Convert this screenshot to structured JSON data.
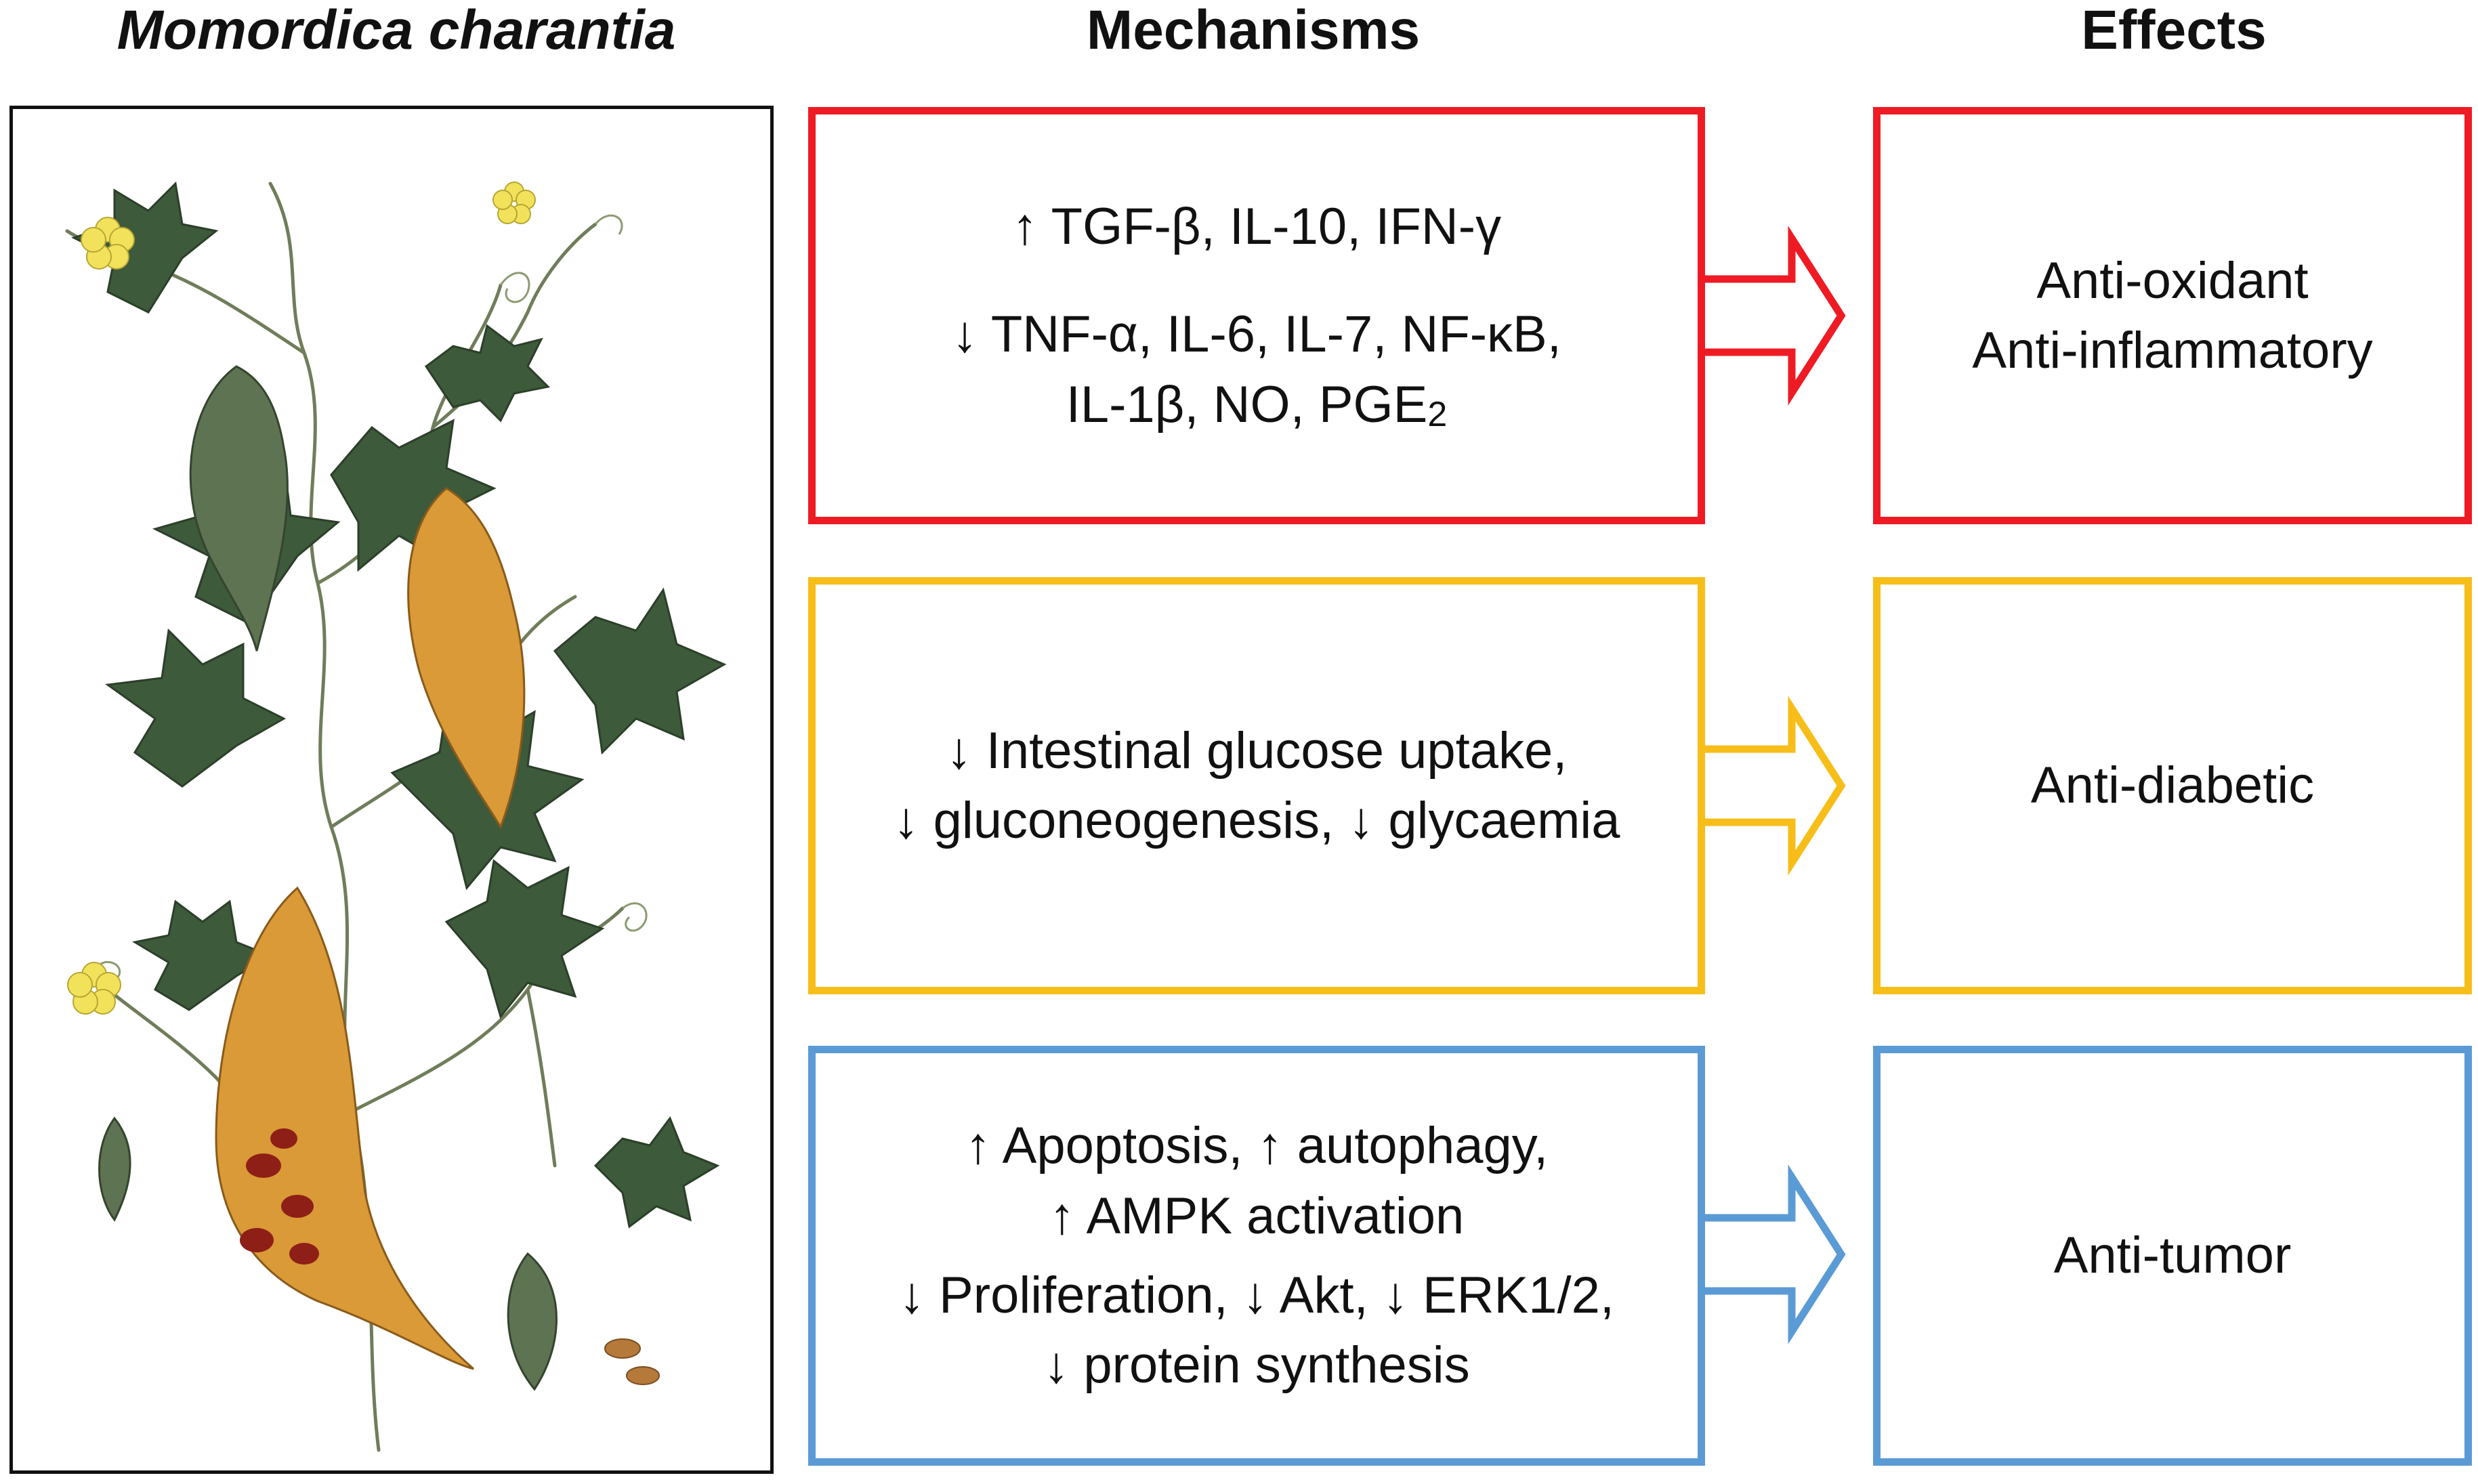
{
  "headings": {
    "plant": "Momordica charantia",
    "mechanisms": "Mechanisms",
    "effects": "Effects"
  },
  "colors": {
    "anti_inflammatory": "#ee1b24",
    "anti_diabetic": "#f7be1a",
    "anti_tumor": "#5b9bd5"
  },
  "illustration": {
    "icon": "bitter-melon-plant-illustration"
  },
  "rows": [
    {
      "mechanisms": {
        "line1": "↑ TGF-β, IL-10, IFN-γ",
        "line2": "↓ TNF-α, IL-6, IL-7, NF-κB,",
        "line3": "IL-1β, NO, PGE",
        "line3_sub": "2"
      },
      "effect": {
        "line1": "Anti-oxidant",
        "line2": "Anti-inflammatory"
      }
    },
    {
      "mechanisms": {
        "line1": "↓ Intestinal glucose uptake,",
        "line2": "↓ gluconeogenesis, ↓ glycaemia"
      },
      "effect": {
        "line1": "Anti-diabetic"
      }
    },
    {
      "mechanisms": {
        "line1": "↑ Apoptosis, ↑ autophagy,",
        "line2": "↑ AMPK activation",
        "line3": "↓ Proliferation, ↓ Akt, ↓ ERK1/2,",
        "line4": "↓ protein synthesis"
      },
      "effect": {
        "line1": "Anti-tumor"
      }
    }
  ]
}
